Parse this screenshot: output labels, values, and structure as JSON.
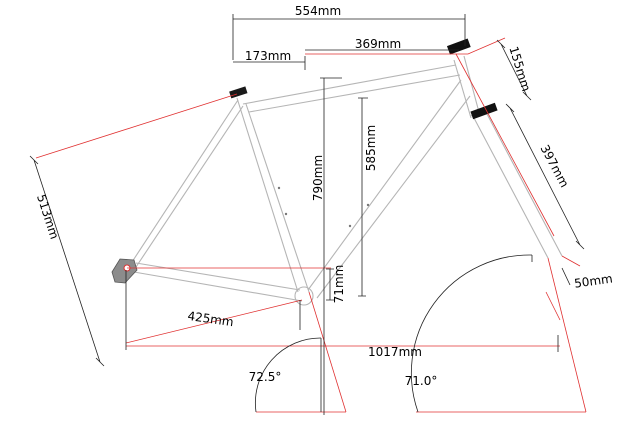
{
  "colors": {
    "frame": "#b5b5b5",
    "dimension_line": "#222222",
    "reference_line": "#e03030",
    "headset_cap": "#111111"
  },
  "dimensions": {
    "reach_total": "554mm",
    "setback": "173mm",
    "effective_top_tube": "369mm",
    "head_tube_top": "155mm",
    "fork_length": "397mm",
    "fork_offset": "50mm",
    "seat_tube": "513mm",
    "stack_790": "790mm",
    "stack_585": "585mm",
    "bb_drop": "71mm",
    "chainstay": "425mm",
    "wheelbase": "1017mm",
    "seat_angle": "72.5°",
    "head_angle": "71.0°"
  }
}
